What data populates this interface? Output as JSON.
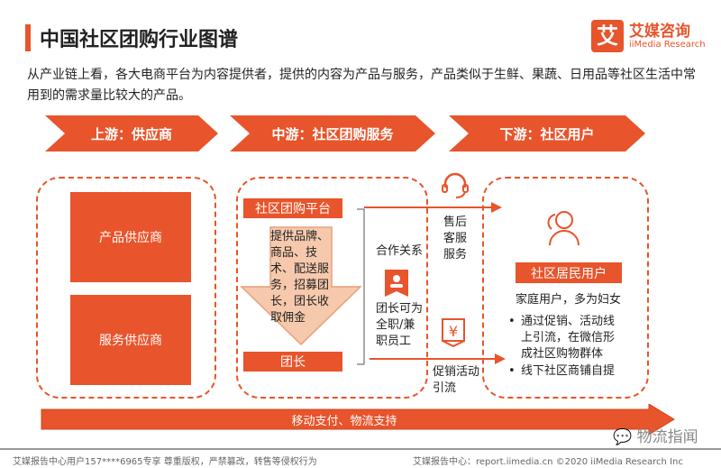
{
  "title": "中国社区团购行业图谱",
  "logo": {
    "mark": "艾",
    "cn": "艾媒咨询",
    "en": "iiMedia Research"
  },
  "intro": "从产业链上看，各大电商平台为内容提供者，提供的内容为产品与服务，产品类似于生鲜、果蔬、日用品等社区生活中常用到的需求量比较大的产品。",
  "stages": [
    "上游：供应商",
    "中游：社区团购服务",
    "下游：社区用户"
  ],
  "upstream": [
    "产品供应商",
    "服务供应商"
  ],
  "midstream": {
    "platform": "社区团购平台",
    "provide": "提供品牌、商品、技术、配送服务，招募团长，团长收取佣金",
    "leader": "团长",
    "relation": "合作关系",
    "leader_note": "团长可为全职/兼职员工"
  },
  "flows": {
    "after_sales": "售后客服服务",
    "promotion": "促销活动引流"
  },
  "downstream": {
    "label": "社区居民用户",
    "desc": "家庭用户，多为妇女",
    "bullets": [
      "通过促销、活动线上引流，在微信形成社区购物群体",
      "线下社区商铺自提"
    ]
  },
  "bottom_arrow": "移动支付、物流支持",
  "watermark": "物流指闻",
  "footer": {
    "left": "艾媒报告中心用户157****6965专享 尊重版权，严禁篡改，转售等侵权行为",
    "right": "艾媒报告中心：report.iimedia.cn  ©2020  iiMedia Research  Inc"
  }
}
